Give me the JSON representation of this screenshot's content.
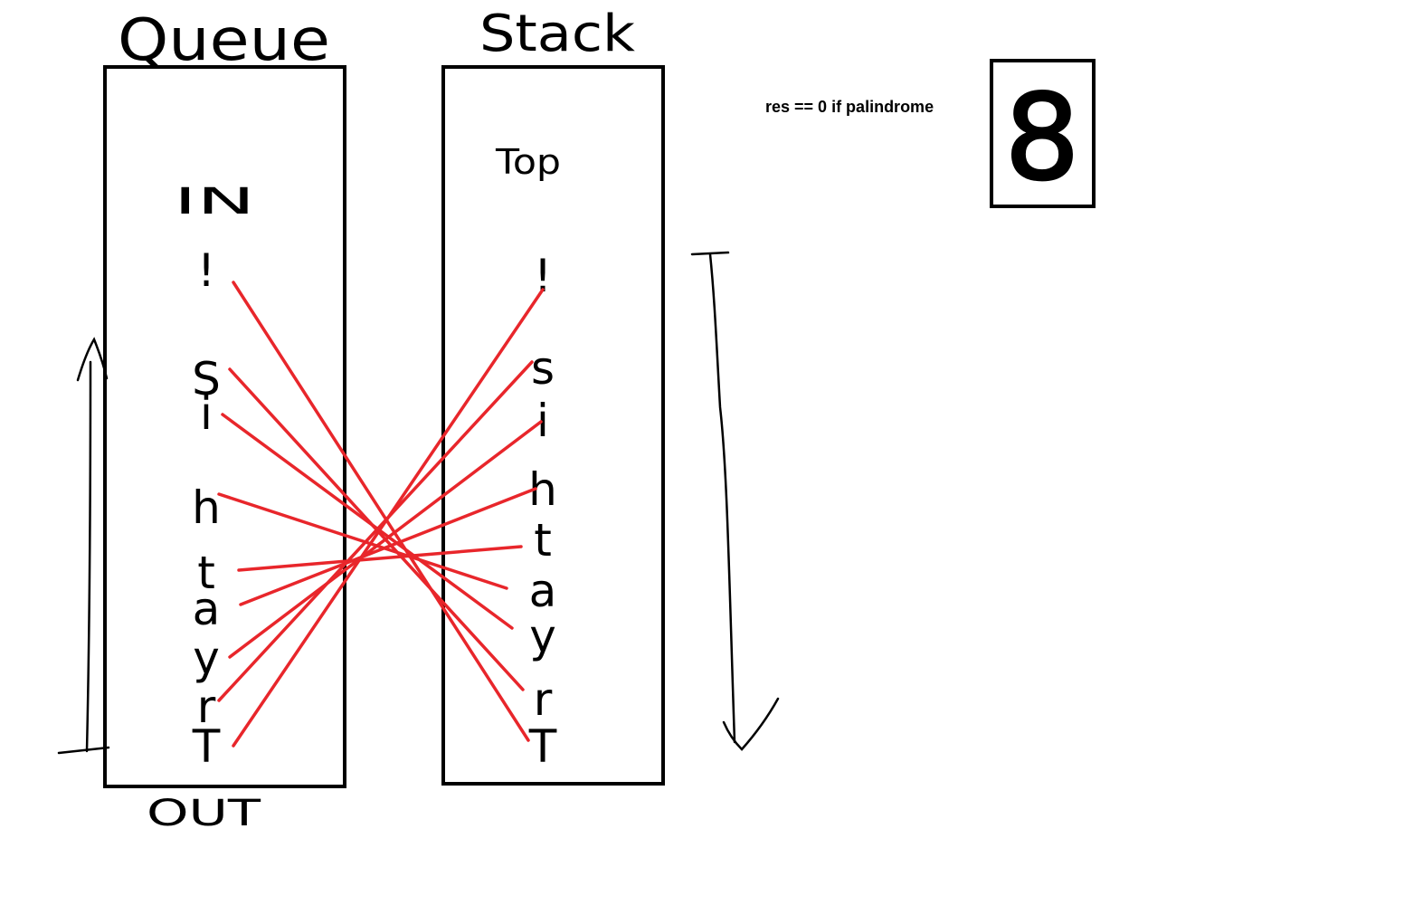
{
  "queue": {
    "title": "Queue",
    "in_label": "IN",
    "out_label": "OUT",
    "letters": [
      "!",
      "S",
      "i",
      "h",
      "t",
      "a",
      "y",
      "r",
      "T"
    ]
  },
  "stack": {
    "title": "Stack",
    "top_label": "Top",
    "letters": [
      "!",
      "s",
      "i",
      "h",
      "t",
      "a",
      "y",
      "r",
      "T"
    ]
  },
  "note": "res == 0 if palindrome",
  "result_digit": "8",
  "colors": {
    "ink": "#000000",
    "link": "#e8262b"
  },
  "links": [
    {
      "from": "!",
      "to": "T"
    },
    {
      "from": "S",
      "to": "r"
    },
    {
      "from": "i",
      "to": "y"
    },
    {
      "from": "h",
      "to": "a"
    },
    {
      "from": "t",
      "to": "t"
    },
    {
      "from": "a",
      "to": "h"
    },
    {
      "from": "y",
      "to": "i"
    },
    {
      "from": "r",
      "to": "s"
    },
    {
      "from": "T",
      "to": "!"
    }
  ]
}
